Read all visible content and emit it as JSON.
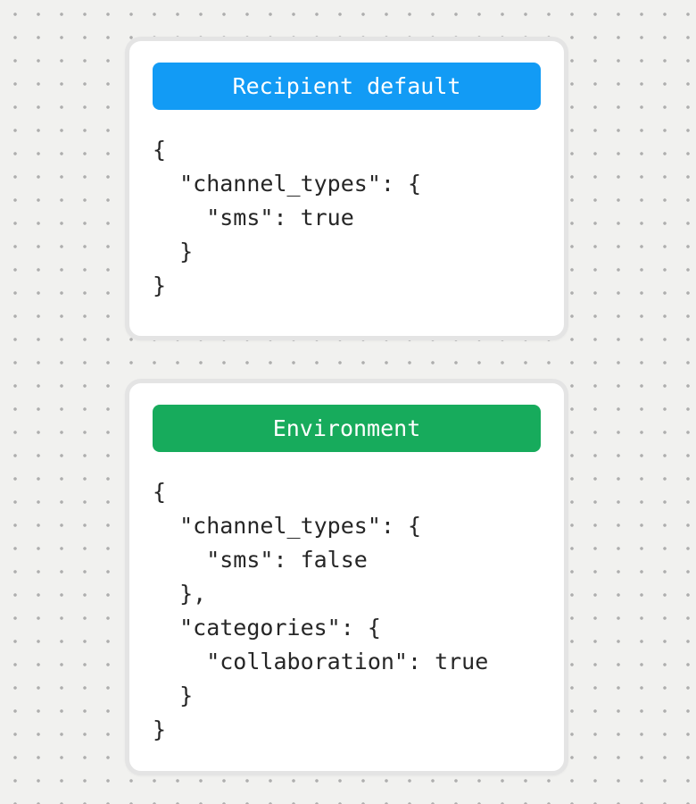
{
  "background": {
    "color": "#f1f1ef",
    "dot_color": "#aeaeae"
  },
  "cards": [
    {
      "title": "Recipient default",
      "header_color": "#129bf5",
      "title_color": "#ffffff",
      "code": "{\n  \"channel_types\": {\n    \"sms\": true\n  }\n}"
    },
    {
      "title": "Environment",
      "header_color": "#17ab5c",
      "title_color": "#ffffff",
      "code": "{\n  \"channel_types\": {\n    \"sms\": false\n  },\n  \"categories\": {\n    \"collaboration\": true\n  }\n}"
    }
  ]
}
